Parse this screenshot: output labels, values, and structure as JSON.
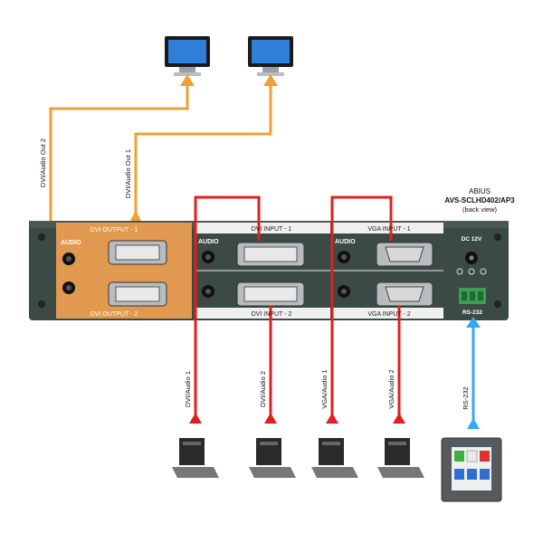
{
  "device": {
    "brand": "ABIUS",
    "model": "AVS-SCLHD402/AP3",
    "view": "(back view)"
  },
  "panel": {
    "dvi_output_1": "DVI OUTPUT - 1",
    "dvi_output_2": "DVI OUTPUT - 2",
    "audio_out": "AUDIO",
    "dvi_input_1": "DVI INPUT - 1",
    "dvi_input_2": "DVI INPUT - 2",
    "audio_dvi_in": "AUDIO",
    "vga_input_1": "VGA INPUT - 1",
    "vga_input_2": "VGA INPUT - 2",
    "audio_vga_in": "AUDIO",
    "dc": "DC 12V",
    "rs232": "RS-232"
  },
  "cables": {
    "out2": "DVI/Audio Out 2",
    "out1": "DVI/Audio Out 1",
    "in_dvi1": "DVI/Audio 1",
    "in_dvi2": "DVI/Audio 2",
    "in_vga1": "VGA/Audio 1",
    "in_vga2": "VGA/Audio 2",
    "rs232": "RS-232"
  },
  "colors": {
    "output_cable": "#f0a030",
    "input_cable": "#e02020",
    "control_cable": "#33aaee",
    "panel": "#3b4a44",
    "output_zone": "#f0a050"
  }
}
